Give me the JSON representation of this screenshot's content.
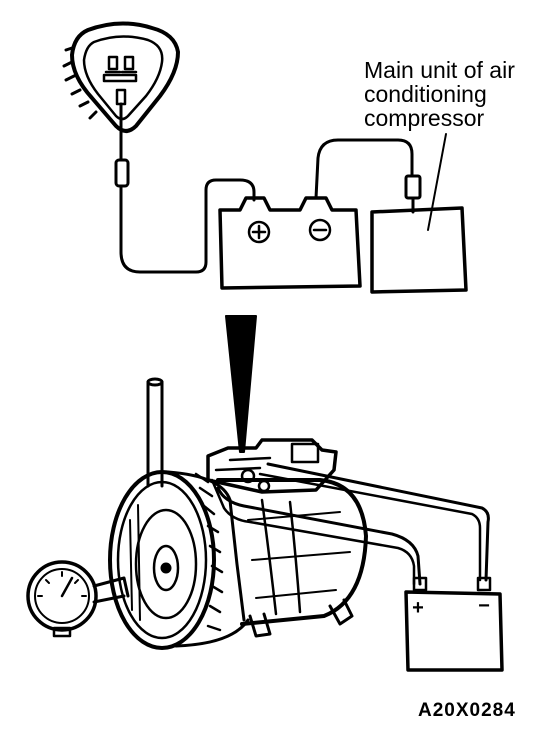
{
  "labels": {
    "main_unit_line1": "Main unit of air",
    "main_unit_line2": "conditioning",
    "main_unit_line3": "compressor",
    "figure_id": "A20X0284"
  },
  "symbols": {
    "positive": "+",
    "negative": "−"
  },
  "colors": {
    "ink": "#000000",
    "paper": "#ffffff"
  },
  "icons": [
    "connector-icon",
    "battery-icon",
    "compressor-icon",
    "dial-gauge-icon",
    "pointer-arrow-icon"
  ]
}
